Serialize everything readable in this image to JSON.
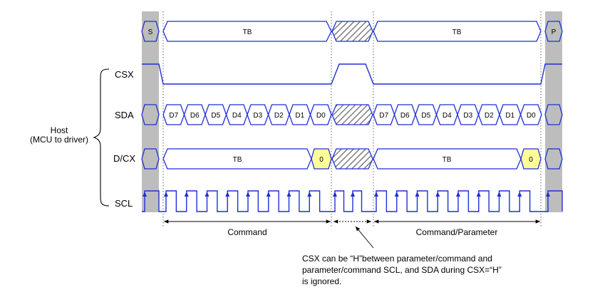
{
  "host": {
    "line1": "Host",
    "line2": "(MCU to driver)"
  },
  "signals": {
    "csx": "CSX",
    "sda": "SDA",
    "dcx": "D/CX",
    "scl": "SCL"
  },
  "markers": {
    "start": "S",
    "stop": "P"
  },
  "bus": {
    "first": "TB",
    "second": "TB"
  },
  "dcx": {
    "first": "TB",
    "second": "TB",
    "low_bit": "0"
  },
  "bits": [
    "D7",
    "D6",
    "D5",
    "D4",
    "D3",
    "D2",
    "D1",
    "D0"
  ],
  "spans": {
    "command": "Command",
    "command_parameter": "Command/Parameter"
  },
  "note": {
    "line1": "CSX can be “H”between parameter/command and",
    "line2": "parameter/command SCL, and SDA during CSX=“H”",
    "line3": "is ignored."
  },
  "colors": {
    "signal": "#1f2fd6",
    "gray_band": "#bdbdbd",
    "bit_zero": "#ffff99",
    "text": "#000000"
  }
}
